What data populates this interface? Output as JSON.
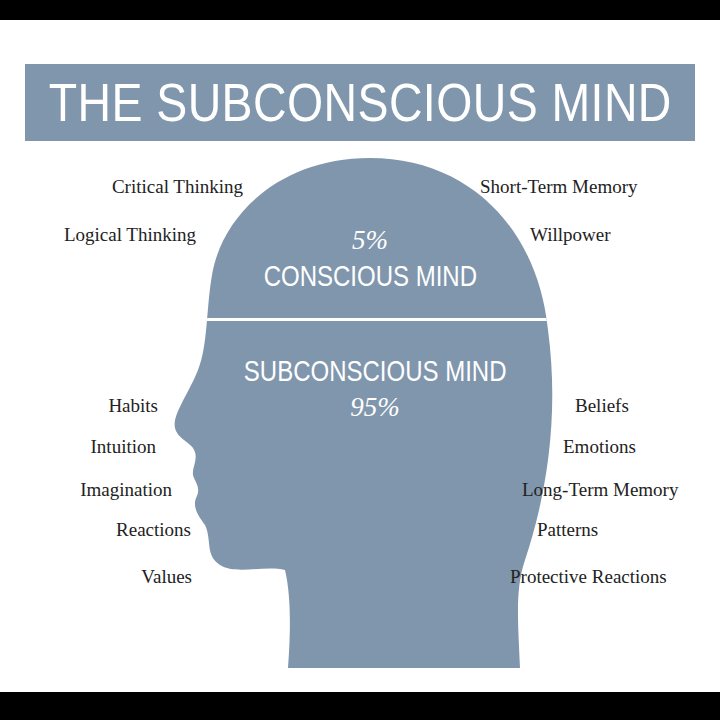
{
  "diagram": {
    "title": "THE SUBCONSCIOUS MIND",
    "nodes": [
      {
        "text": [
          "5%",
          "CONSCIOUS MIND"
        ]
      },
      {
        "text": [
          "SUBCONSCIOUS MIND",
          "95%"
        ]
      }
    ],
    "labels": [
      "Critical Thinking",
      "Short-Term Memory",
      "Logical Thinking",
      "Willpower",
      "Habits",
      "Beliefs",
      "Intuition",
      "Emotions",
      "Imagination",
      "Long-Term Memory",
      "Reactions",
      "Patterns",
      "Values",
      "Protective Reactions"
    ]
  }
}
